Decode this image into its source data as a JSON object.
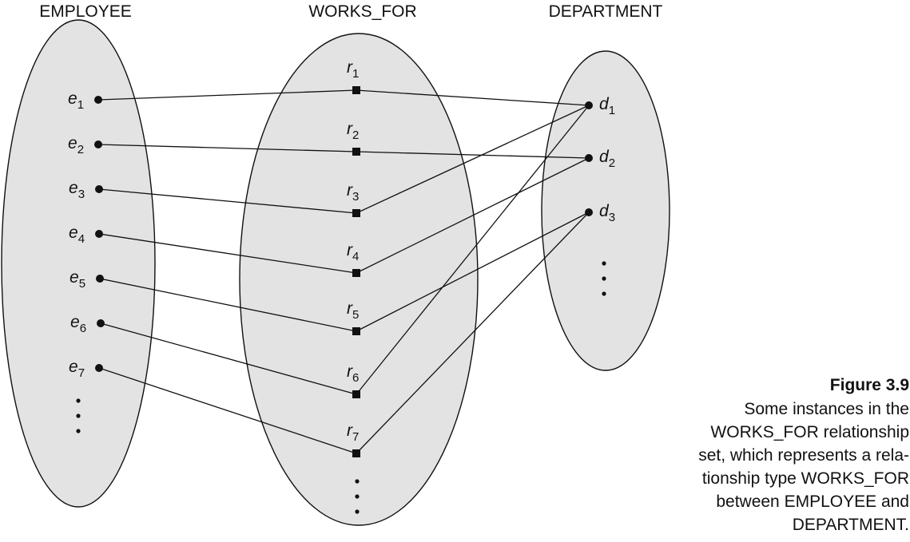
{
  "sets": {
    "employee": {
      "title": "EMPLOYEE",
      "nodes": [
        {
          "id": "e1",
          "base": "e",
          "sub": "1"
        },
        {
          "id": "e2",
          "base": "e",
          "sub": "2"
        },
        {
          "id": "e3",
          "base": "e",
          "sub": "3"
        },
        {
          "id": "e4",
          "base": "e",
          "sub": "4"
        },
        {
          "id": "e5",
          "base": "e",
          "sub": "5"
        },
        {
          "id": "e6",
          "base": "e",
          "sub": "6"
        },
        {
          "id": "e7",
          "base": "e",
          "sub": "7"
        }
      ]
    },
    "works_for": {
      "title": "WORKS_FOR",
      "nodes": [
        {
          "id": "r1",
          "base": "r",
          "sub": "1"
        },
        {
          "id": "r2",
          "base": "r",
          "sub": "2"
        },
        {
          "id": "r3",
          "base": "r",
          "sub": "3"
        },
        {
          "id": "r4",
          "base": "r",
          "sub": "4"
        },
        {
          "id": "r5",
          "base": "r",
          "sub": "5"
        },
        {
          "id": "r6",
          "base": "r",
          "sub": "6"
        },
        {
          "id": "r7",
          "base": "r",
          "sub": "7"
        }
      ]
    },
    "department": {
      "title": "DEPARTMENT",
      "nodes": [
        {
          "id": "d1",
          "base": "d",
          "sub": "1"
        },
        {
          "id": "d2",
          "base": "d",
          "sub": "2"
        },
        {
          "id": "d3",
          "base": "d",
          "sub": "3"
        }
      ]
    }
  },
  "relationships": [
    {
      "r": "r1",
      "e": "e1",
      "d": "d1"
    },
    {
      "r": "r2",
      "e": "e2",
      "d": "d2"
    },
    {
      "r": "r3",
      "e": "e3",
      "d": "d1"
    },
    {
      "r": "r4",
      "e": "e4",
      "d": "d2"
    },
    {
      "r": "r5",
      "e": "e5",
      "d": "d3"
    },
    {
      "r": "r6",
      "e": "e6",
      "d": "d1"
    },
    {
      "r": "r7",
      "e": "e7",
      "d": "d3"
    }
  ],
  "caption": {
    "title": "Figure 3.9",
    "text": "Some instances in the\nWORKS_FOR relationship\nset, which represents a rela-\ntionship type WORKS_FOR\nbetween EMPLOYEE and\nDEPARTMENT."
  },
  "colors": {
    "ellipse_fill": "#e3e3e3",
    "stroke": "#111111"
  }
}
